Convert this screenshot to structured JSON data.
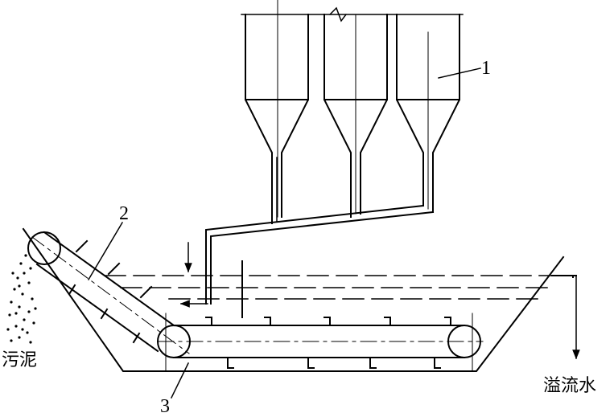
{
  "labels": {
    "tank": "1",
    "inclined_conveyor": "2",
    "settling_tank": "3",
    "sludge": "污泥",
    "overflow": "溢流水"
  },
  "colors": {
    "ink": "#000000",
    "background": "#ffffff"
  }
}
